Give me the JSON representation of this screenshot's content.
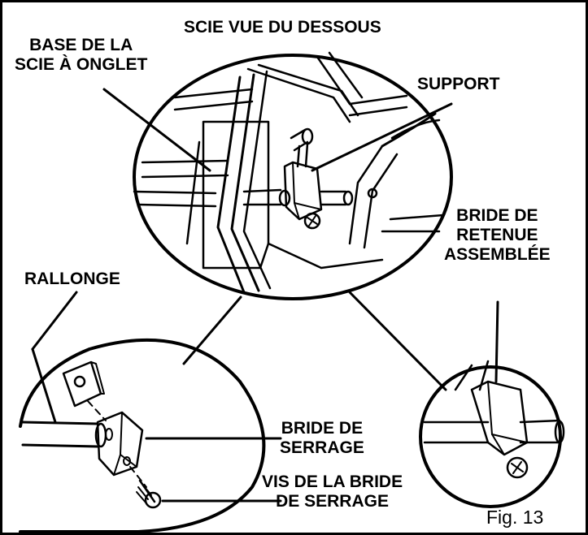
{
  "labels": {
    "title": "SCIE VUE DU DESSOUS",
    "base": [
      "BASE DE LA",
      "SCIE À ONGLET"
    ],
    "support": "SUPPORT",
    "bride_retenue": [
      "BRIDE DE",
      "RETENUE",
      "ASSEMBLÉE"
    ],
    "rallonge": "RALLONGE",
    "bride_serrage": [
      "BRIDE DE",
      "SERRAGE"
    ],
    "vis": [
      "VIS DE LA BRIDE",
      "DE SERRAGE"
    ],
    "figure": "Fig. 13"
  },
  "colors": {
    "ink": "#000000",
    "paper": "#ffffff"
  }
}
